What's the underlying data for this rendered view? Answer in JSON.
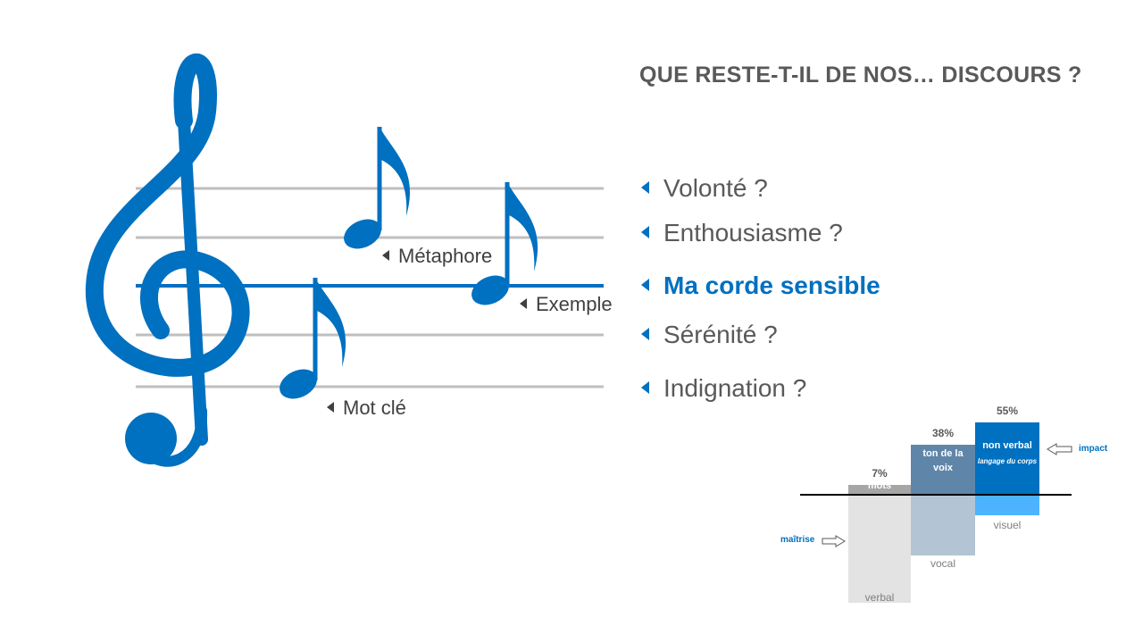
{
  "header": {
    "title": "QUE RESTE-T-IL DE NOS… DISCOURS ?"
  },
  "questions": [
    {
      "label": "Volonté ?",
      "highlight": false
    },
    {
      "label": "Enthousiasme ?",
      "highlight": false
    },
    {
      "label": "Ma corde sensible",
      "highlight": true
    },
    {
      "label": "Sérénité ?",
      "highlight": false
    },
    {
      "label": "Indignation ?",
      "highlight": false
    }
  ],
  "staff": {
    "labels": {
      "metaphore": "Métaphore",
      "exemple": "Exemple",
      "mot_cle": "Mot clé"
    },
    "colors": {
      "accent": "#0070c0",
      "lines": "#bfbfbf"
    }
  },
  "chart_data": {
    "type": "bar",
    "categories": [
      "verbal",
      "vocal",
      "visuel"
    ],
    "series": [
      {
        "values": [
          7,
          38,
          55
        ]
      }
    ],
    "value_labels": [
      "7%",
      "38%",
      "55%"
    ],
    "bar_labels": [
      "mots",
      "ton de la voix",
      "non verbal"
    ],
    "bar_sublabels": [
      "",
      "",
      "langage du corps"
    ],
    "annotations": {
      "left": "maîtrise",
      "right": "impact"
    },
    "colors": [
      "#a6a6a6",
      "#5f86a8",
      "#0070c0"
    ],
    "shadow_colors": [
      "#e3e3e3",
      "#b3c5d4",
      "#4db3ff"
    ]
  }
}
